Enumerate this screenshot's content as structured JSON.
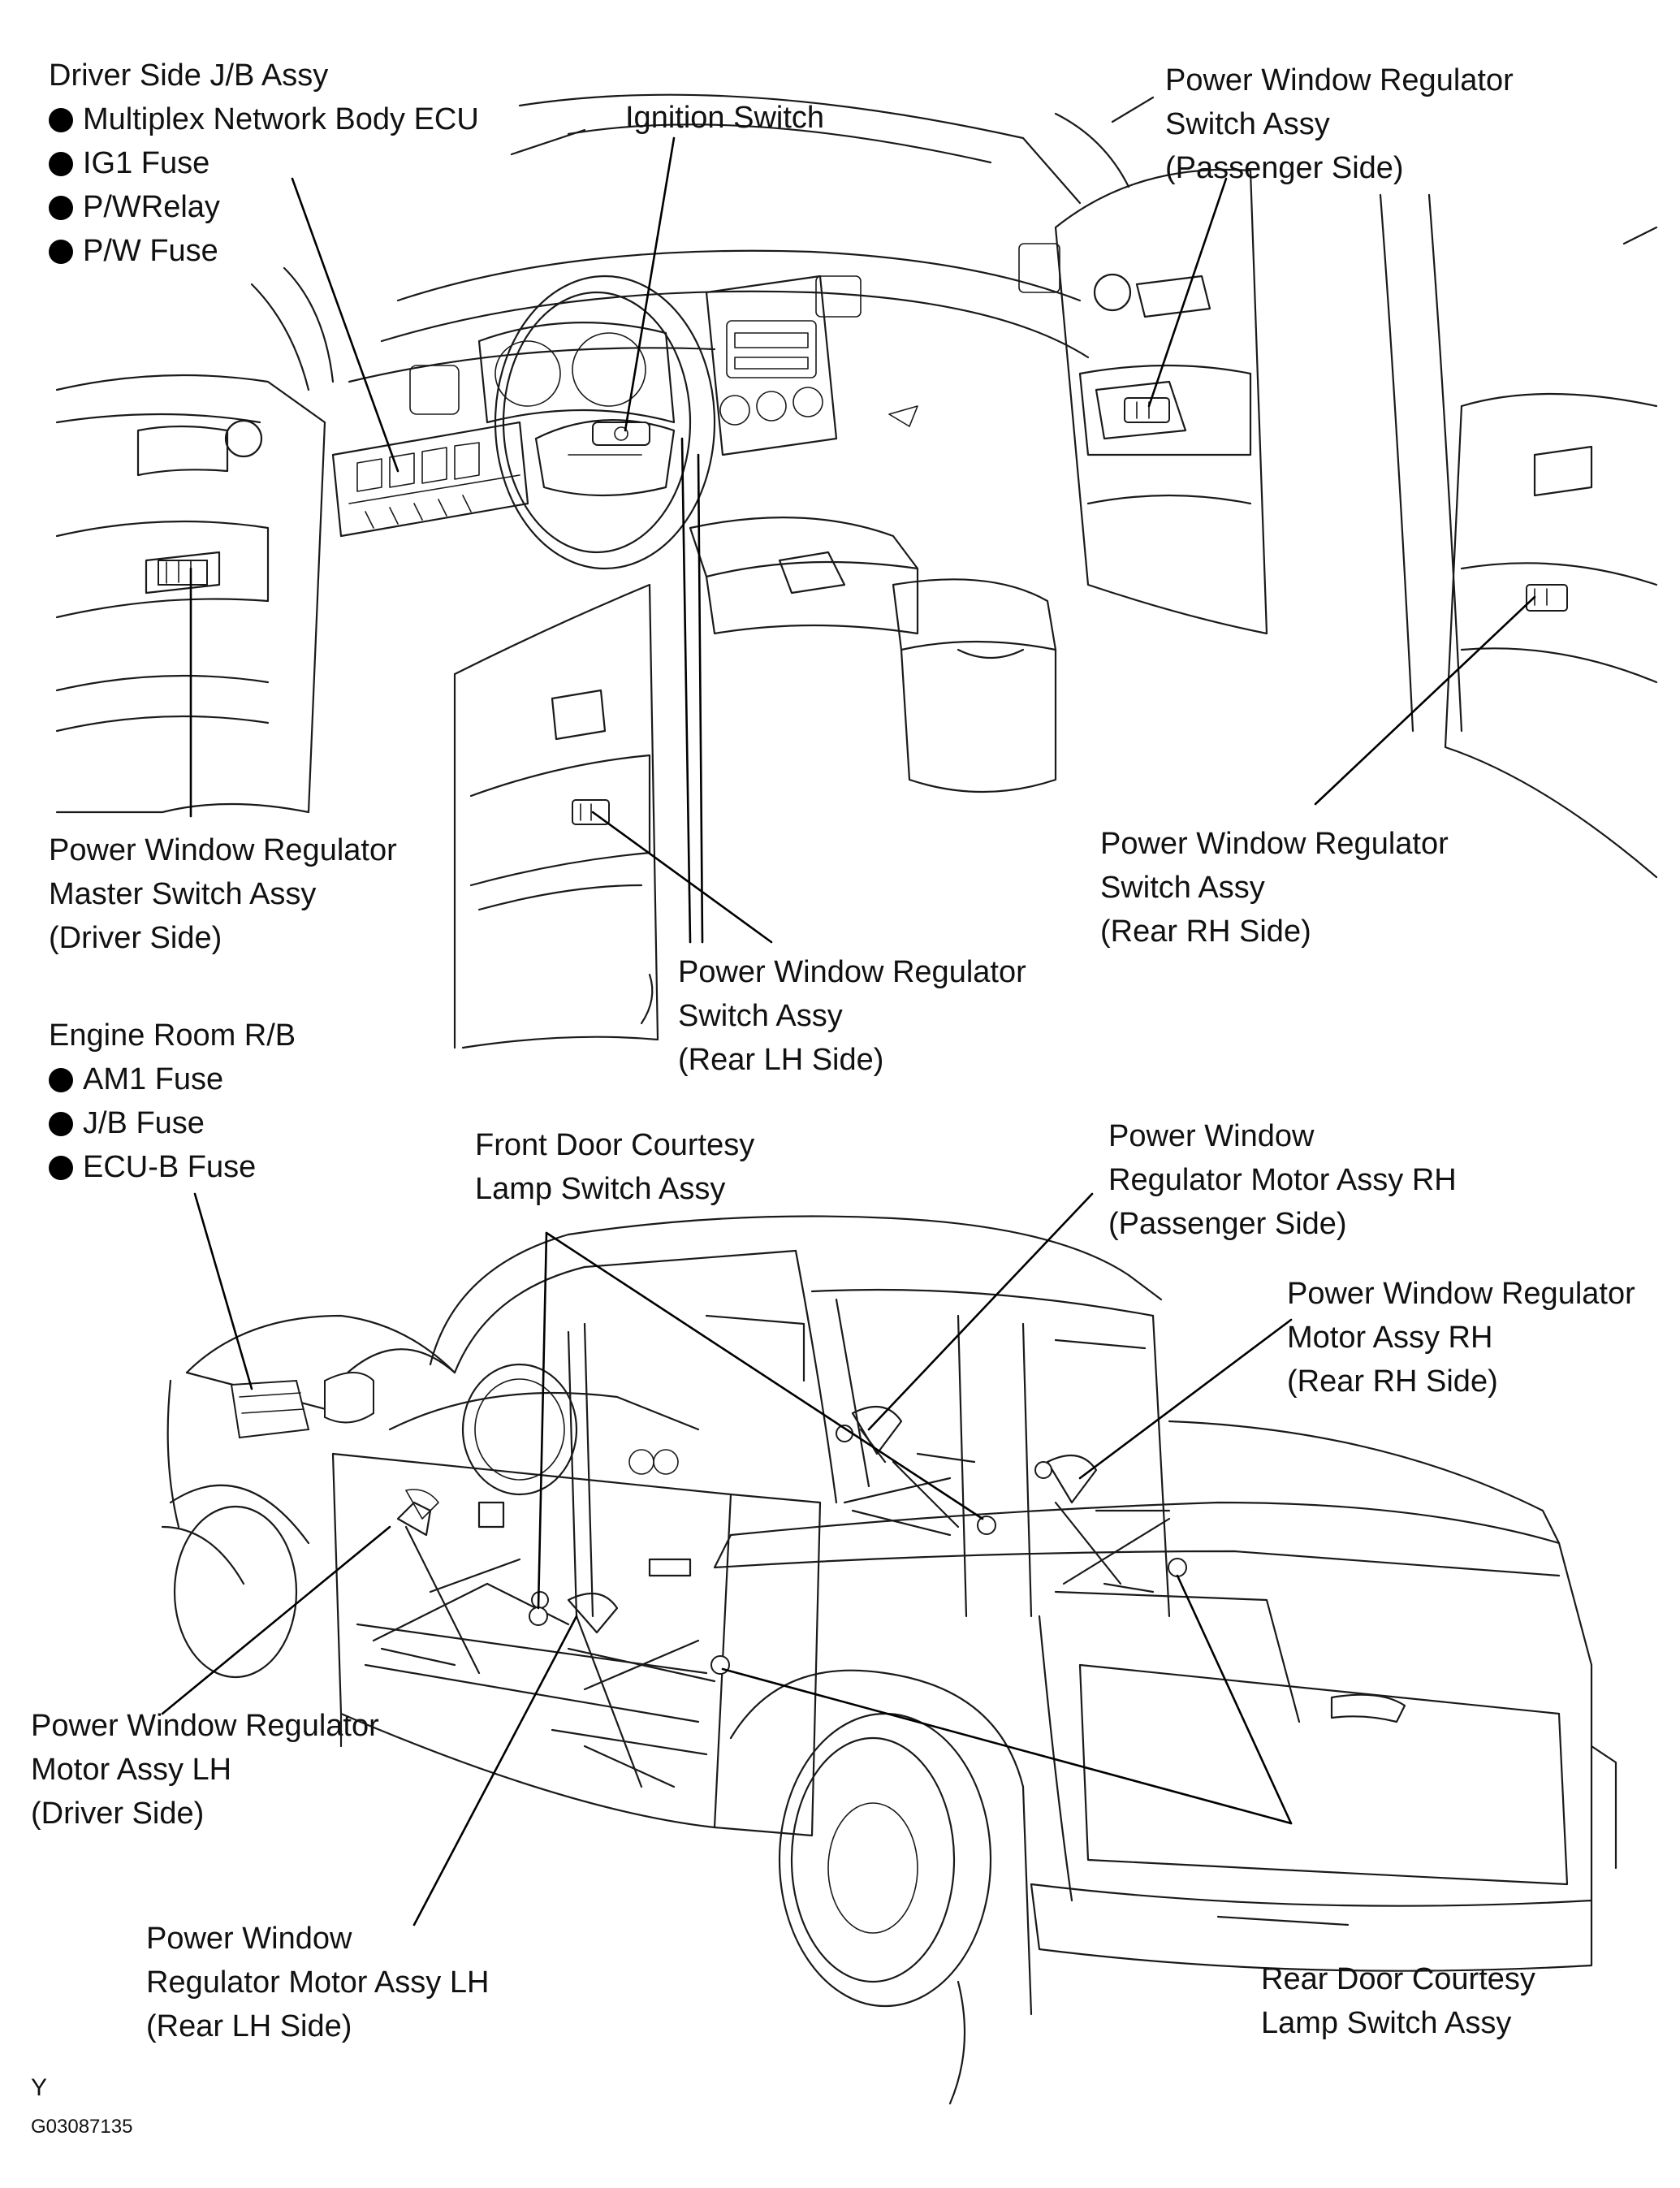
{
  "labels": {
    "driver_jb": {
      "title": "Driver Side J/B Assy",
      "items": [
        "Multiplex Network Body ECU",
        "IG1 Fuse",
        "P/WRelay",
        "P/W Fuse"
      ]
    },
    "ignition": {
      "lines": [
        "Ignition Switch"
      ]
    },
    "pw_switch_passenger": {
      "lines": [
        "Power Window Regulator",
        "Switch Assy",
        "(Passenger Side)"
      ]
    },
    "pw_master_driver": {
      "lines": [
        "Power Window Regulator",
        "Master Switch Assy",
        "(Driver Side)"
      ]
    },
    "pw_switch_rear_rh": {
      "lines": [
        "Power Window Regulator",
        "Switch Assy",
        "(Rear RH Side)"
      ]
    },
    "pw_switch_rear_lh": {
      "lines": [
        "Power Window Regulator",
        "Switch Assy",
        "(Rear LH Side)"
      ]
    },
    "engine_rb": {
      "title": "Engine Room R/B",
      "items": [
        "AM1 Fuse",
        "J/B Fuse",
        "ECU-B Fuse"
      ]
    },
    "front_courtesy": {
      "lines": [
        "Front Door Courtesy",
        "Lamp Switch Assy"
      ]
    },
    "motor_rh_passenger": {
      "lines": [
        "Power Window",
        "Regulator Motor Assy RH",
        "(Passenger Side)"
      ]
    },
    "motor_rh_rear": {
      "lines": [
        "Power Window Regulator",
        "Motor Assy RH",
        "(Rear RH Side)"
      ]
    },
    "motor_lh_driver": {
      "lines": [
        "Power  Window  Regulator",
        "Motor Assy LH",
        "(Driver Side)"
      ]
    },
    "motor_lh_rear": {
      "lines": [
        "Power Window",
        "Regulator Motor Assy LH",
        "(Rear LH Side)"
      ]
    },
    "rear_courtesy": {
      "lines": [
        "Rear Door Courtesy",
        "Lamp Switch Assy"
      ]
    }
  },
  "footer": {
    "letter": "Y",
    "code": "G03087135"
  }
}
